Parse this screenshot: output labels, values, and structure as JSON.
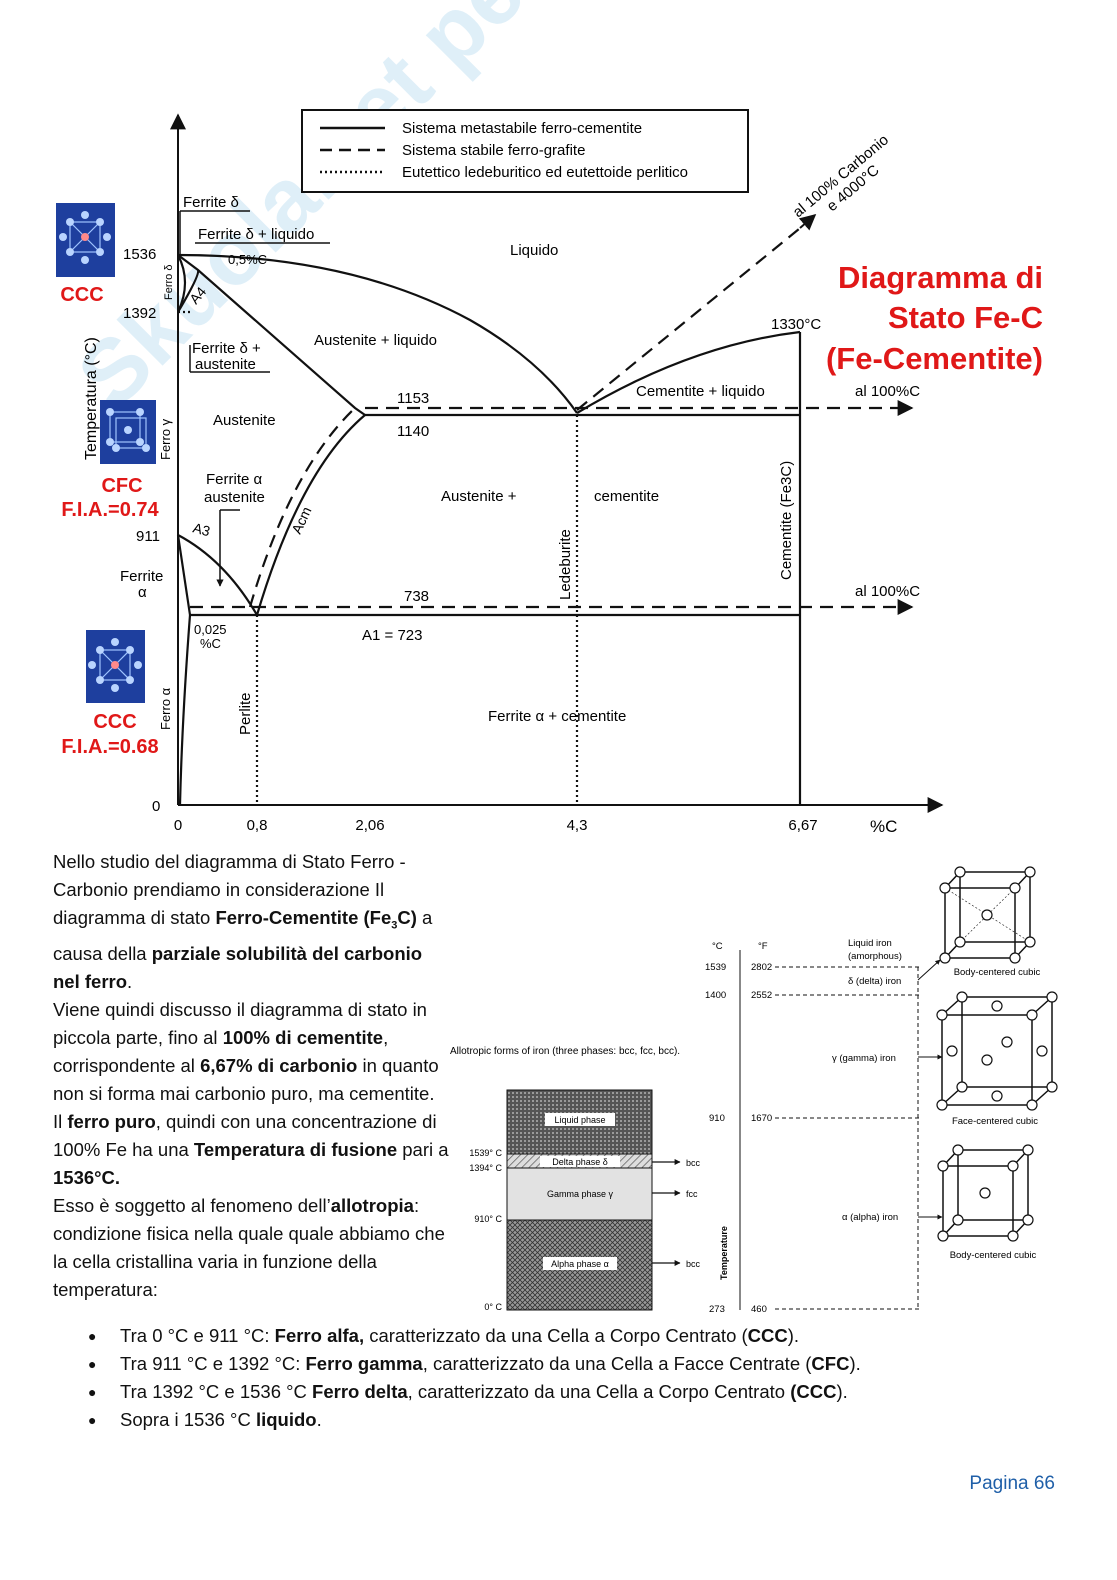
{
  "watermark": "Skuola.net per gli studenti dallo studente",
  "diagram": {
    "title_line1": "Diagramma di",
    "title_line2": "Stato Fe-C",
    "title_line3": "(Fe-Cementite)",
    "legend": [
      {
        "style": "solid",
        "label": "Sistema metastabile ferro-cementite"
      },
      {
        "style": "dashed",
        "label": "Sistema stabile ferro-grafite"
      },
      {
        "style": "dotted",
        "label": "Eutettico ledeburitico ed eutettoide perlitico"
      }
    ],
    "y_axis_label": "Temperatura (°C)",
    "x_axis_unit": "%C",
    "x_ticks": [
      "0",
      "0,8",
      "2,06",
      "4,3",
      "6,67"
    ],
    "y_ticks": [
      "1536",
      "1392",
      "911",
      "0"
    ],
    "labels": {
      "liquido": "Liquido",
      "ferrite_delta": "Ferrite δ",
      "ferrite_delta_liquido": "Ferrite δ + liquido",
      "c05": "0,5%C",
      "ferro_delta": "Ferro δ",
      "a4": "A4",
      "ferrite_delta_austenite_1": "Ferrite δ +",
      "ferrite_delta_austenite_2": "austenite",
      "austenite_liquido": "Austenite + liquido",
      "austenite": "Austenite",
      "ferro_gamma": "Ferro γ",
      "t1153": "1153",
      "t1140": "1140",
      "cementite_liquido": "Cementite + liquido",
      "al100_1": "al 100%C",
      "al100_2": "al 100%C",
      "t1330": "1330°C",
      "al100_carbonio_1": "al 100% Carbonio",
      "al100_carbonio_2": "e 4000°C",
      "ferrite_alpha_austenite_1": "Ferrite α",
      "ferrite_alpha_austenite_2": "austenite",
      "a3": "A3",
      "acm": "Acm",
      "austenite_cementite": "Austenite   +",
      "cementite": "cementite",
      "ledeburite": "Ledeburite",
      "cementite_fe3c": "Cementite (Fe3C)",
      "ferrite_alpha_1": "Ferrite",
      "ferrite_alpha_2": "α",
      "t738": "738",
      "a1": "A1 = 723",
      "c0025_1": "0,025",
      "c0025_2": "%C",
      "perlite": "Perlite",
      "ferro_alpha": "Ferro α",
      "ferrite_cementite": "Ferrite α  +  cementite"
    },
    "cells": [
      {
        "name": "CCC",
        "fia": ""
      },
      {
        "name": "CFC",
        "fia": "F.I.A.=0.74"
      },
      {
        "name": "CCC",
        "fia": "F.I.A.=0.68"
      }
    ]
  },
  "allotropic": {
    "caption": "Allotropic forms of iron (three phases: bcc, fcc, bcc).",
    "phases": [
      "Liquid phase",
      "Delta phase δ",
      "Gamma phase γ",
      "Alpha phase α"
    ],
    "temps": [
      "1539° C",
      "1394° C",
      "910° C",
      "0° C"
    ],
    "struct": [
      "bcc",
      "fcc",
      "bcc"
    ],
    "col_c": "°C",
    "col_f": "°F",
    "scale": [
      {
        "c": "1539",
        "f": "2802"
      },
      {
        "c": "1400",
        "f": "2552"
      },
      {
        "c": "910",
        "f": "1670"
      },
      {
        "c": "273",
        "f": "460"
      }
    ],
    "temperature_label": "Temperature",
    "iron_labels": [
      "Liquid iron",
      "(amorphous)",
      "δ (delta) iron",
      "γ (gamma) iron",
      "α (alpha) iron"
    ],
    "cubic_labels": [
      "Body-centered cubic",
      "Face-centered cubic",
      "Body-centered cubic"
    ]
  },
  "text": {
    "p1_a": "Nello studio del diagramma di Stato Ferro - Carbonio prendiamo in considerazione Il diagramma di stato ",
    "p1_b": "Ferro-Cementite (Fe",
    "p1_sub": "3",
    "p1_c": "C)",
    "p1_d": " a causa della ",
    "p1_e": "parziale solubilità del carbonio nel ferro",
    "p1_f": ".",
    "p2_a": "Viene quindi discusso il diagramma di stato in piccola parte, fino al ",
    "p2_b": "100% di cementite",
    "p2_c": ", corrispondente al ",
    "p2_d": "6,67% di carbonio",
    "p2_e": " in quanto non si forma mai carbonio puro, ma cementite.",
    "p3_a": "Il ",
    "p3_b": "ferro puro",
    "p3_c": ", quindi con una concentrazione di 100% Fe ha una ",
    "p3_d": "Temperatura di fusione",
    "p3_e": " pari a ",
    "p3_f": "1536°C.",
    "p4_a": "Esso è soggetto al fenomeno dell’",
    "p4_b": "allotropia",
    "p4_c": ": condizione fisica nella quale quale abbiamo che la cella cristallina varia in funzione della temperatura:"
  },
  "bullets": [
    {
      "a": "Tra 0 °C e 911 °C: ",
      "b": "Ferro alfa,",
      "c": " caratterizzato da una Cella a Corpo Centrato (",
      "d": "CCC",
      "e": ")."
    },
    {
      "a": "Tra 911 °C e 1392 °C: ",
      "b": "Ferro gamma",
      "c": ", caratterizzato da una Cella a Facce Centrate (",
      "d": "CFC",
      "e": ")."
    },
    {
      "a": "Tra 1392 °C e 1536 °C ",
      "b": "Ferro delta",
      "c": ", caratterizzato da una Cella a Corpo Centrato ",
      "d": "(CCC",
      "e": ")."
    },
    {
      "a": "Sopra i 1536 °C ",
      "b": "liquido",
      "c": ".",
      "d": "",
      "e": ""
    }
  ],
  "footer": "Pagina 66",
  "colors": {
    "red": "#e01818",
    "blue_cell": "#1e3f9e",
    "footer": "#1f5fa8"
  }
}
